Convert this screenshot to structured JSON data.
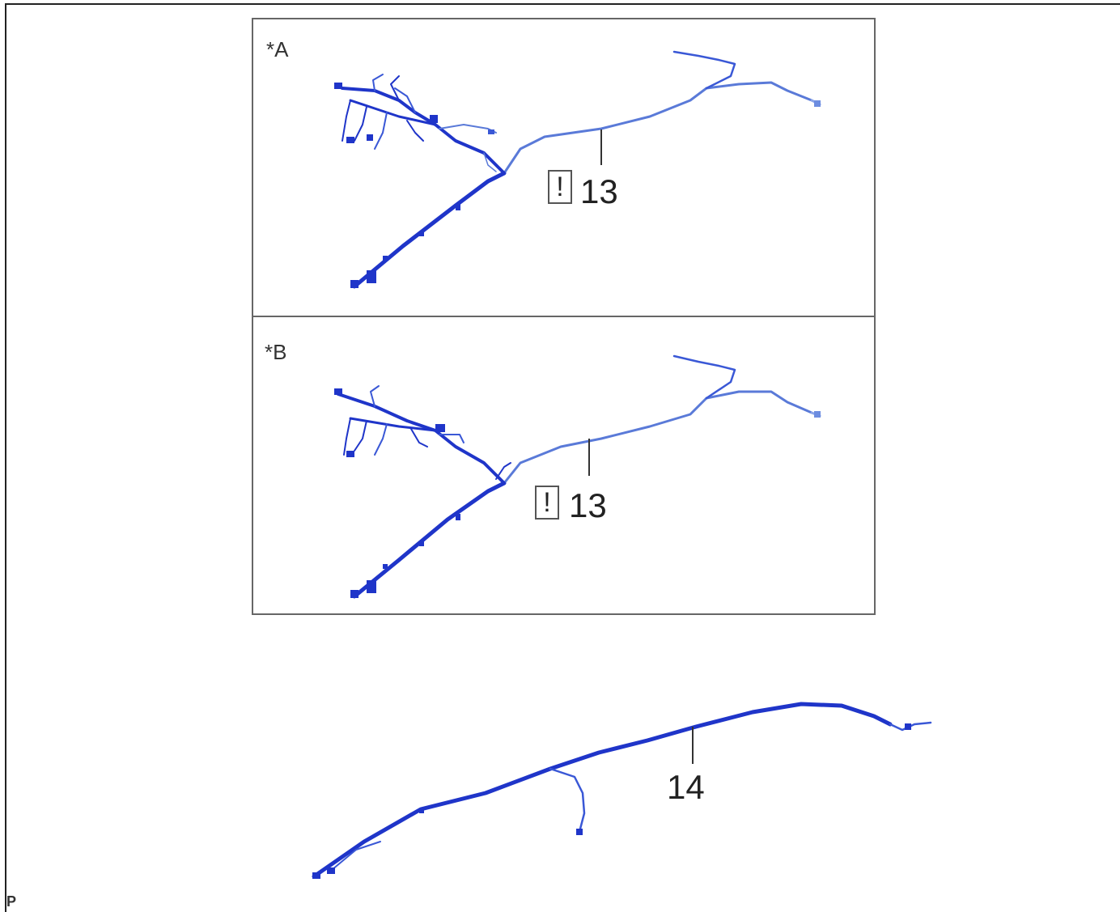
{
  "panels": [
    {
      "label": "*A",
      "callout": "13",
      "caution_mark": "!"
    },
    {
      "label": "*B",
      "callout": "13",
      "caution_mark": "!"
    }
  ],
  "bottom_callout": "14",
  "footer_letter": "P",
  "colors": {
    "harness_dark": "#1f35c9",
    "harness_mid": "#3a58d6",
    "harness_light": "#6d8de0",
    "frame": "#666666"
  }
}
